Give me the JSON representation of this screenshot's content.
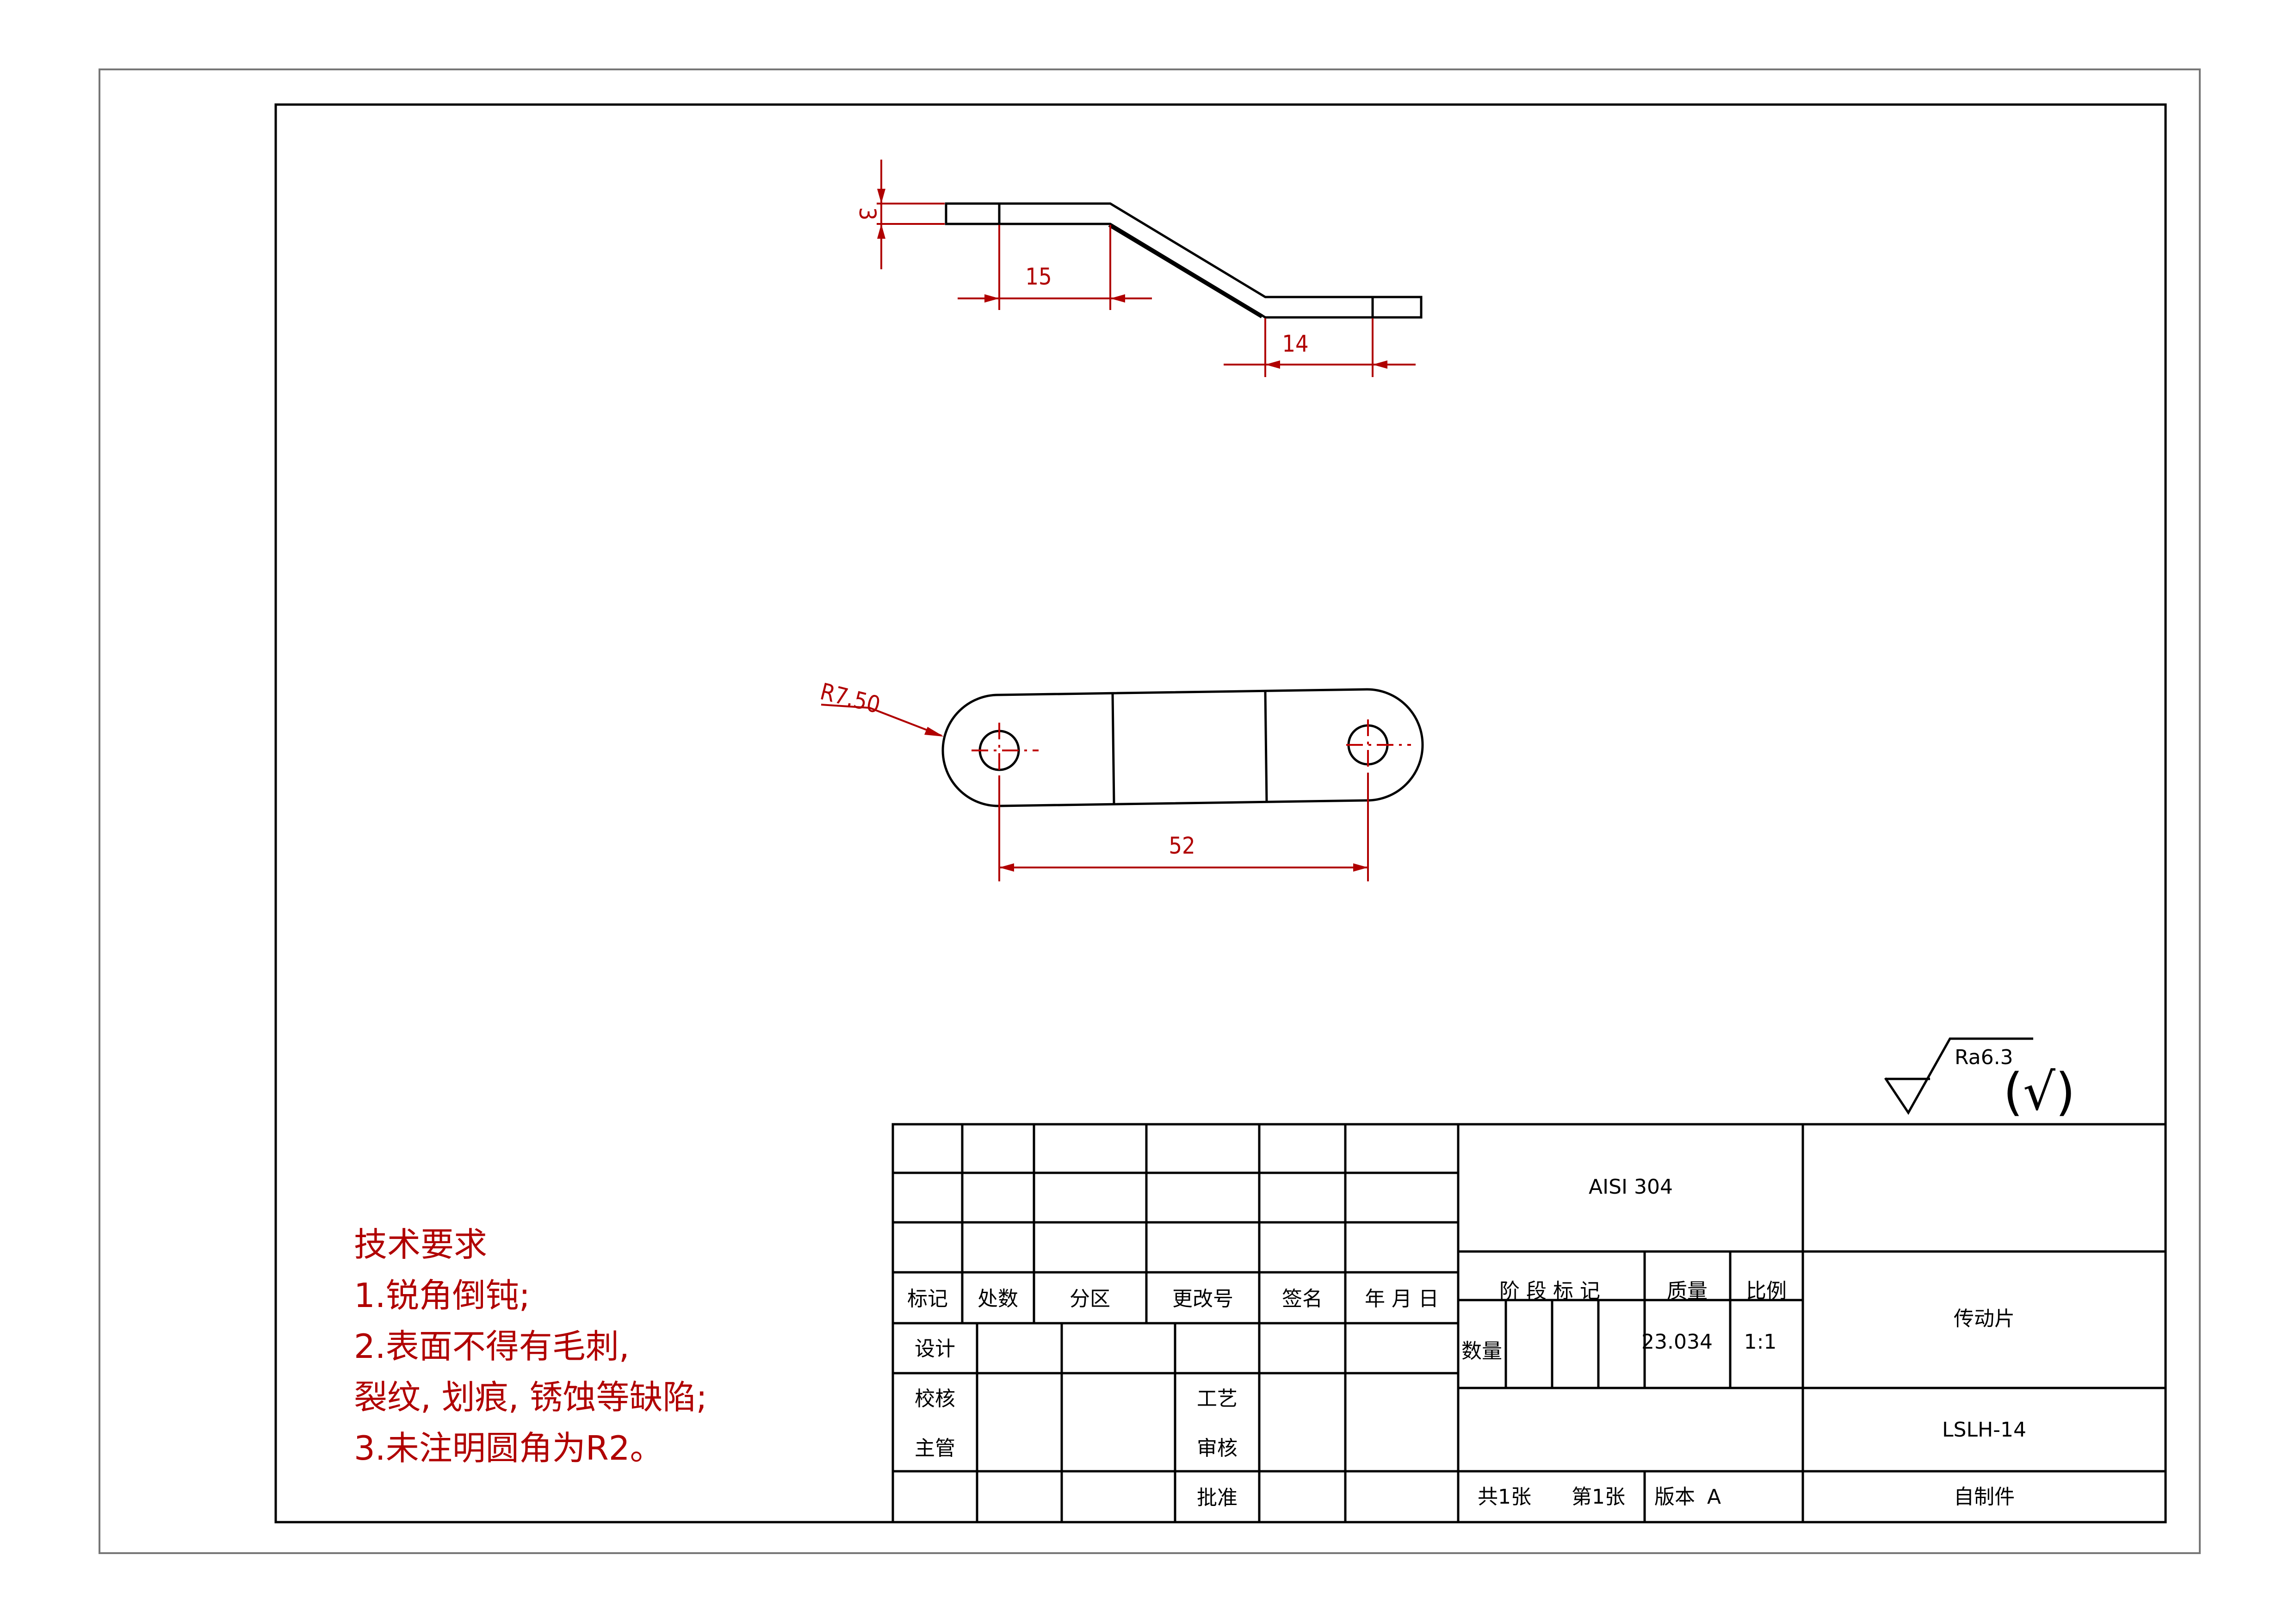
{
  "dimensions": {
    "thickness": "3",
    "flange_top": "15",
    "flange_bottom": "14",
    "radius": "R7.50",
    "hole_spacing": "52"
  },
  "surface_finish": {
    "roughness": "Ra6.3",
    "symbol": "(√)"
  },
  "tech_requirements": {
    "title": "技术要求",
    "line1": "1.锐角倒钝;",
    "line2": "2.表面不得有毛刺,",
    "line3": "裂纹, 划痕, 锈蚀等缺陷;",
    "line4": "3.未注明圆角为R2。"
  },
  "title_block": {
    "headers": {
      "mark": "标记",
      "count": "处数",
      "zone": "分区",
      "change_no": "更改号",
      "signature": "签名",
      "date": "年 月 日"
    },
    "roles": {
      "design": "设计",
      "check": "校核",
      "supervisor": "主管",
      "process": "工艺",
      "review": "审核",
      "approve": "批准"
    },
    "material": "AISI 304",
    "stage_mark_label": "阶 段 标 记",
    "mass_label": "质量",
    "scale_label": "比例",
    "quantity_label": "数量",
    "mass_value": "23.034",
    "scale_value": "1:1",
    "part_name": "传动片",
    "drawing_no": "LSLH-14",
    "source": "自制件",
    "sheets_total": "共1张",
    "sheet_no": "第1张",
    "version_label": "版本",
    "version_value": "A"
  }
}
